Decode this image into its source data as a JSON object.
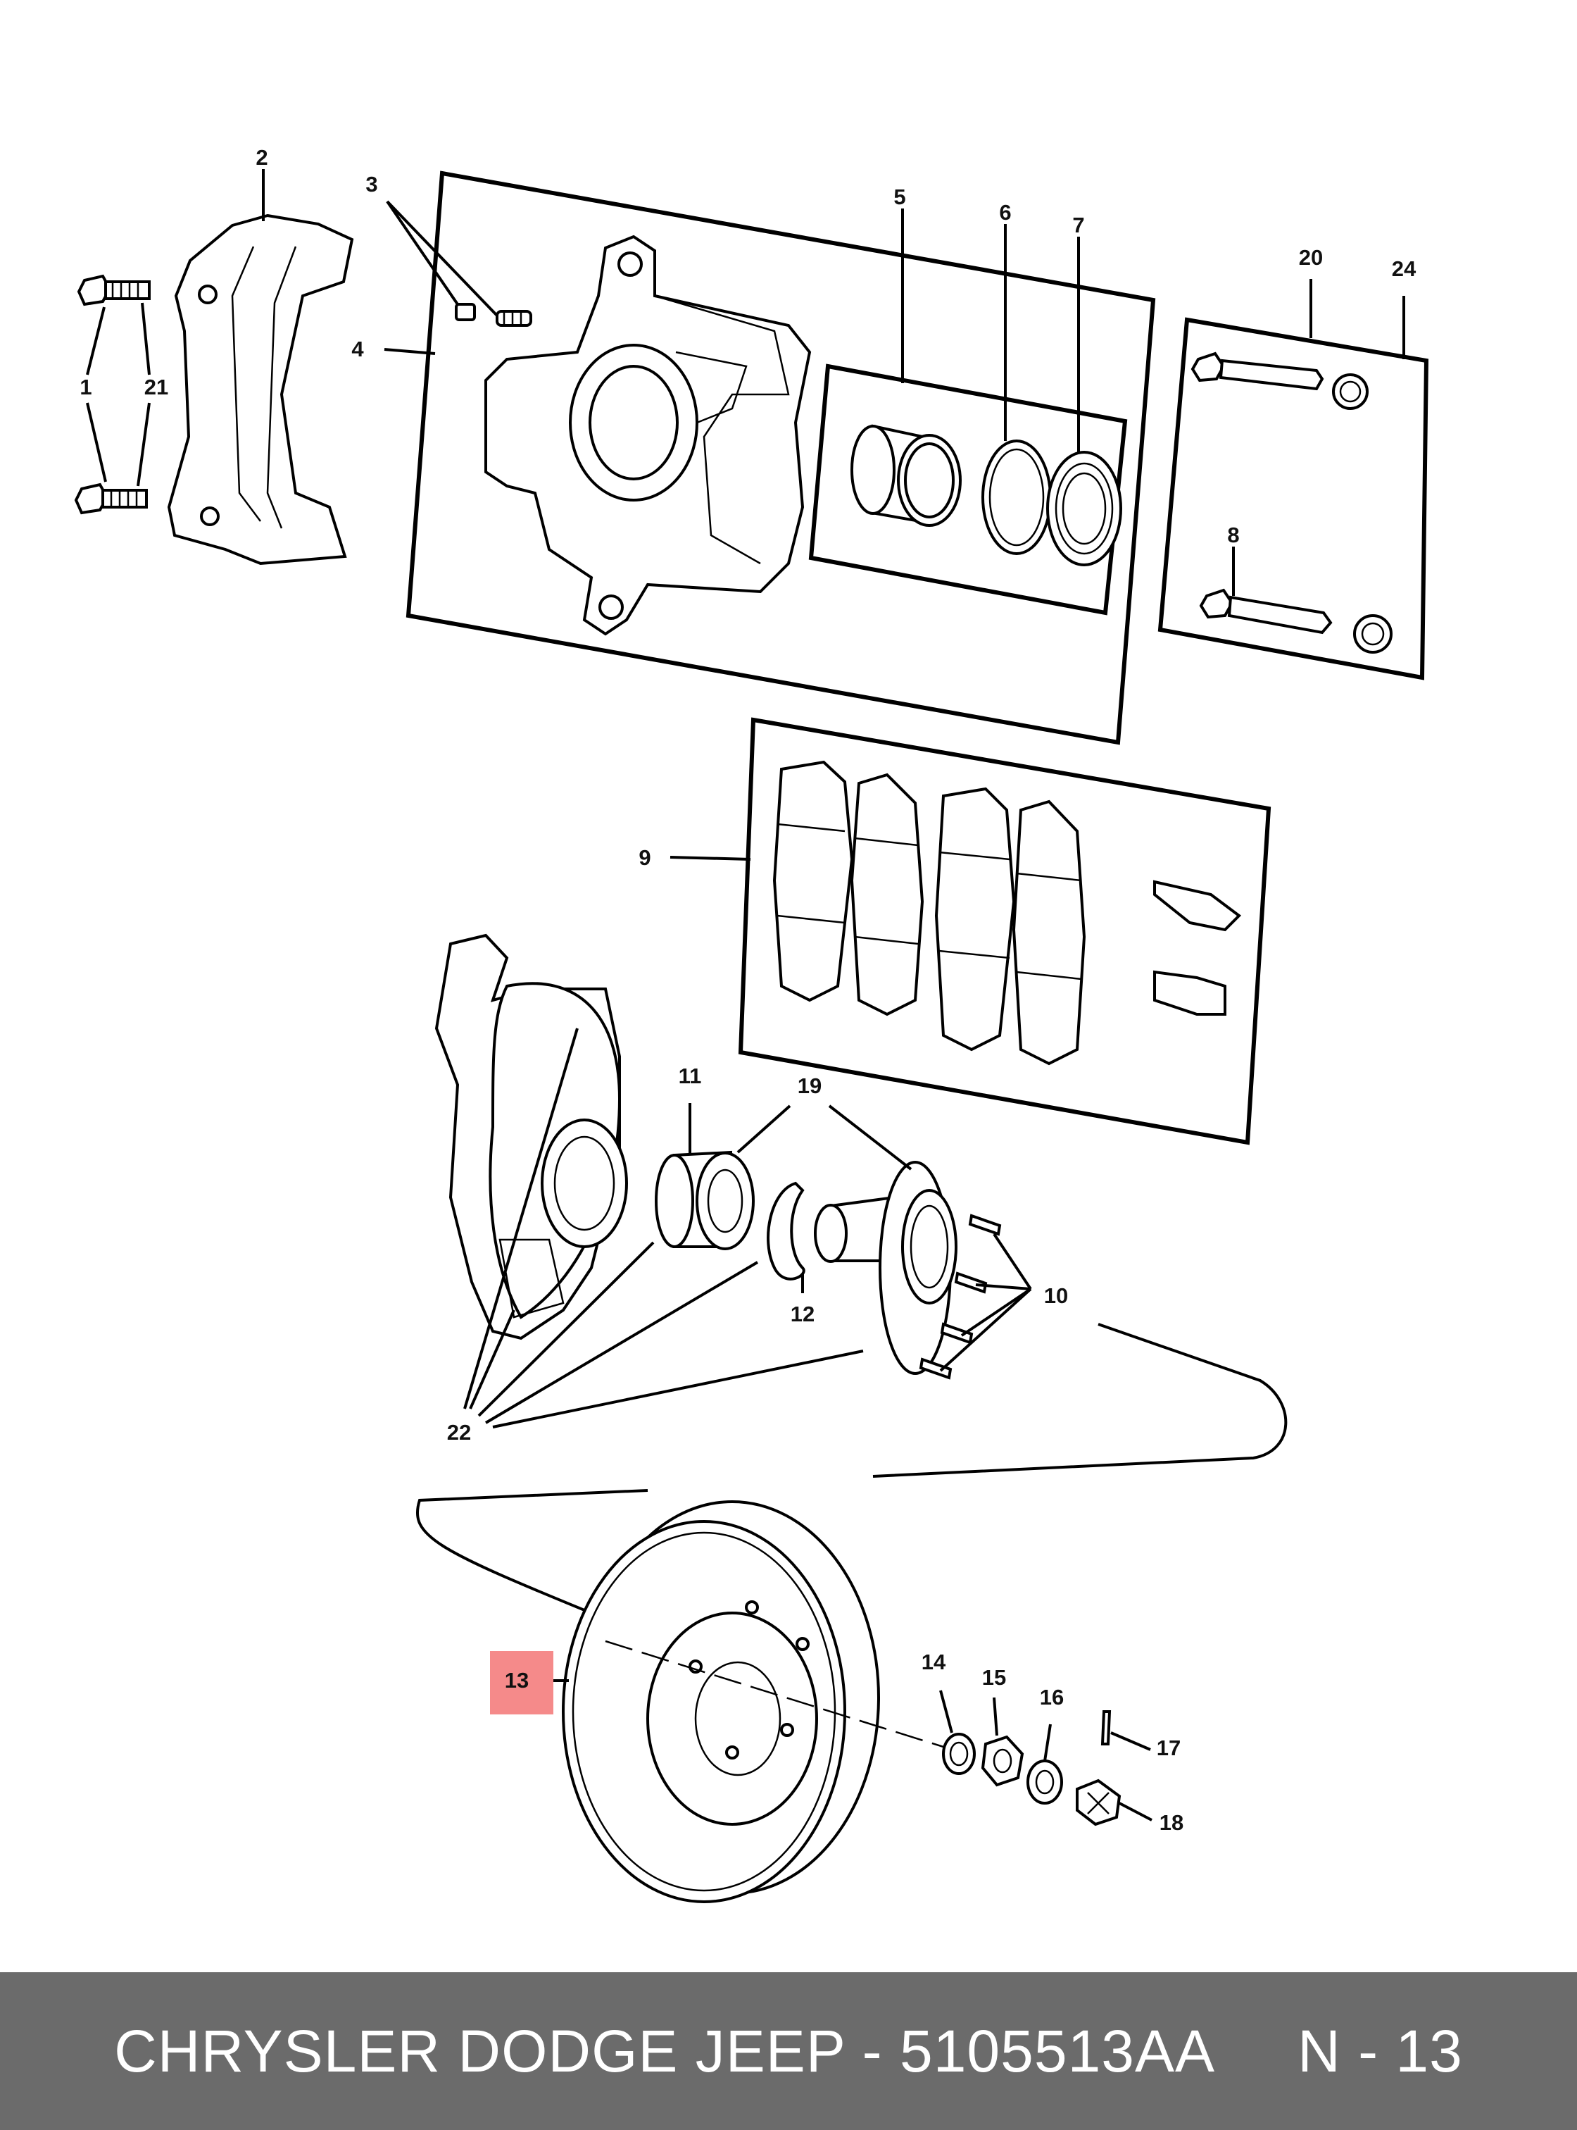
{
  "callouts": [
    "2",
    "3",
    "4",
    "1",
    "21",
    "5",
    "6",
    "7",
    "20",
    "24",
    "8",
    "9",
    "11",
    "19",
    "12",
    "10",
    "22",
    "13",
    "14",
    "15",
    "16",
    "17",
    "18"
  ],
  "highlight_color": "#f58a8a",
  "footer": {
    "text": "CHRYSLER DODGE JEEP - 5105513AA     N - 13"
  }
}
